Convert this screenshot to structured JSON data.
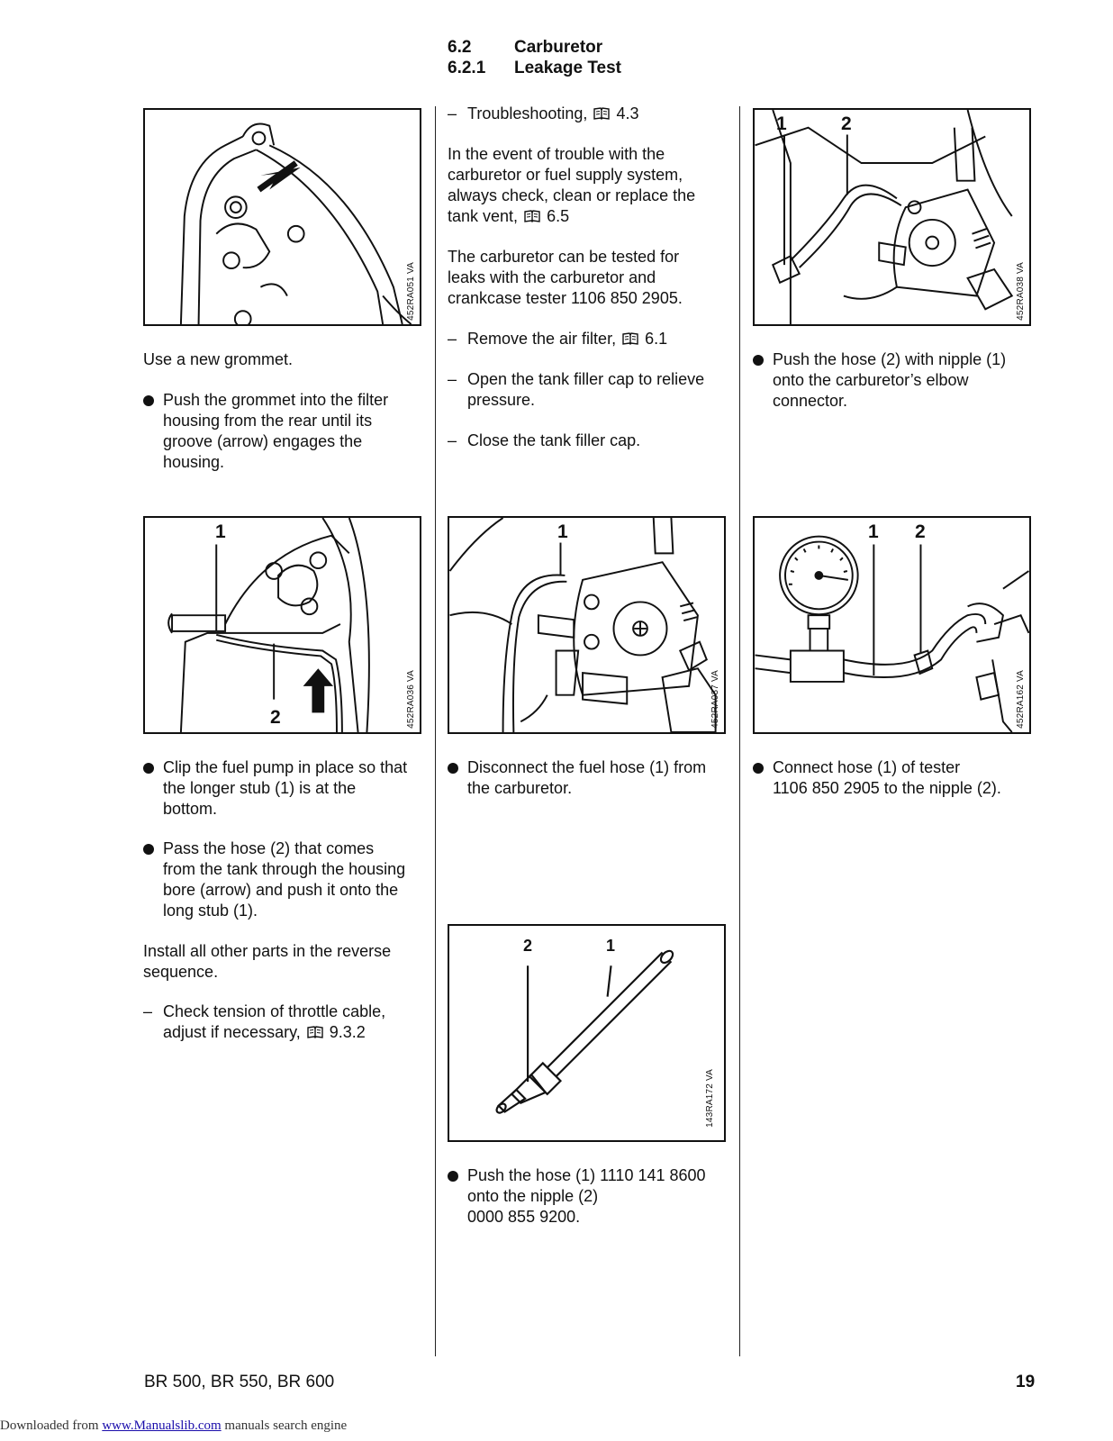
{
  "header": {
    "section_num": "6.2",
    "section_title": "Carburetor",
    "subsection_num": "6.2.1",
    "subsection_title": "Leakage Test"
  },
  "figures": {
    "fig1": {
      "code": "452RA051 VA"
    },
    "fig2": {
      "code": "452RA036 VA",
      "label1": "1",
      "label2": "2"
    },
    "fig3": {
      "code": "452RA037 VA",
      "label1": "1"
    },
    "fig4": {
      "code": "143RA172 VA",
      "label1": "1",
      "label2": "2"
    },
    "fig5": {
      "code": "452RA038 VA",
      "label1": "1",
      "label2": "2"
    },
    "fig6": {
      "code": "452RA162 VA",
      "label1": "1",
      "label2": "2"
    }
  },
  "col1": {
    "p1": "Use a new grommet.",
    "b1": "Push the grommet into the filter\nhousing from the rear until its\ngroove (arrow) engages the\nhousing.",
    "b2": "Clip the fuel pump in place so that\nthe longer stub (1) is at the\nbottom.",
    "b3": "Pass the hose (2) that comes\nfrom the tank through the housing\nbore (arrow) and push it onto the\nlong stub (1).",
    "p2": "Install all other parts in the reverse\nsequence.",
    "d1a": "Check tension of throttle cable,",
    "d1b": "adjust if necessary,",
    "d1ref": "9.3.2"
  },
  "col2": {
    "d1": "Troubleshooting,",
    "d1ref": "4.3",
    "p1a": "In the event of trouble with the\ncarburetor or fuel supply system,\nalways check, clean or replace the",
    "p1b": "tank vent,",
    "p1ref": "6.5",
    "p2": "The carburetor can be tested for\nleaks with the carburetor and\ncrankcase tester 1106 850 2905.",
    "d2": "Remove the air filter,",
    "d2ref": "6.1",
    "d3": "Open the tank filler cap to relieve\npressure.",
    "d4": "Close the tank filler cap.",
    "b1": "Disconnect the fuel hose (1) from\nthe carburetor.",
    "b2": "Push the hose (1) 1110 141 8600\nonto the nipple (2)\n0000 855 9200."
  },
  "col3": {
    "b1": "Push the hose (2) with nipple (1)\nonto the carburetor’s elbow\nconnector.",
    "b2": "Connect hose (1) of tester\n1106 850 2905 to the nipple (2)."
  },
  "footer": {
    "models": "BR 500, BR 550, BR 600",
    "page": "19",
    "downloaded_prefix": "Downloaded from",
    "link": "www.Manualslib.com",
    "downloaded_suffix": "manuals search engine"
  },
  "dash_char": "–"
}
